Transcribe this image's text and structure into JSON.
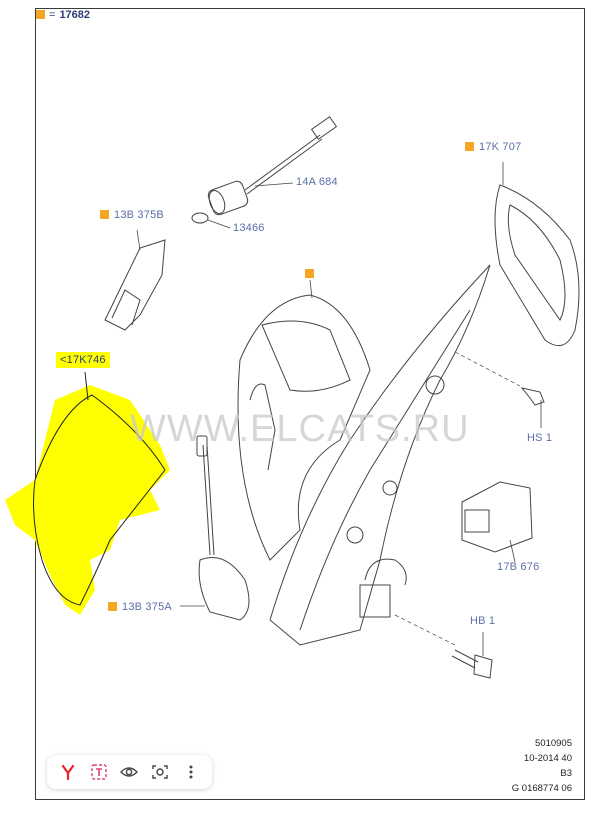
{
  "legend": {
    "equals": "=",
    "value": "17682"
  },
  "callouts": [
    {
      "id": "part-14a684",
      "text": "14A 684",
      "marker": false
    },
    {
      "id": "part-13466",
      "text": "13466",
      "marker": false
    },
    {
      "id": "part-13b375b",
      "text": "13B 375B",
      "marker": true
    },
    {
      "id": "part-17k707",
      "text": "17K 707",
      "marker": true
    },
    {
      "id": "part-housing",
      "text": "",
      "marker": true
    },
    {
      "id": "part-17k746",
      "text": "<17K746",
      "marker": false,
      "highlighted": true
    },
    {
      "id": "part-hs1",
      "text": "HS 1",
      "marker": false
    },
    {
      "id": "part-17b676",
      "text": "17B 676",
      "marker": false
    },
    {
      "id": "part-13b375a",
      "text": "13B 375A",
      "marker": true
    },
    {
      "id": "part-hb1",
      "text": "HB 1",
      "marker": false
    }
  ],
  "watermark": "WWW.ELCATS.RU",
  "reference": {
    "line1": "5010905",
    "line2": "10-2014 40",
    "line3": "B3",
    "line4": "G 0168774 06"
  },
  "toolbar": {
    "icons": [
      "yandex-icon",
      "text-select-icon",
      "eye-icon",
      "lens-camera-icon",
      "more-vertical-icon"
    ]
  },
  "colors": {
    "marker": "#f5a623",
    "highlight": "#ffff00",
    "label": "#5b6fa8",
    "line": "#444444"
  }
}
